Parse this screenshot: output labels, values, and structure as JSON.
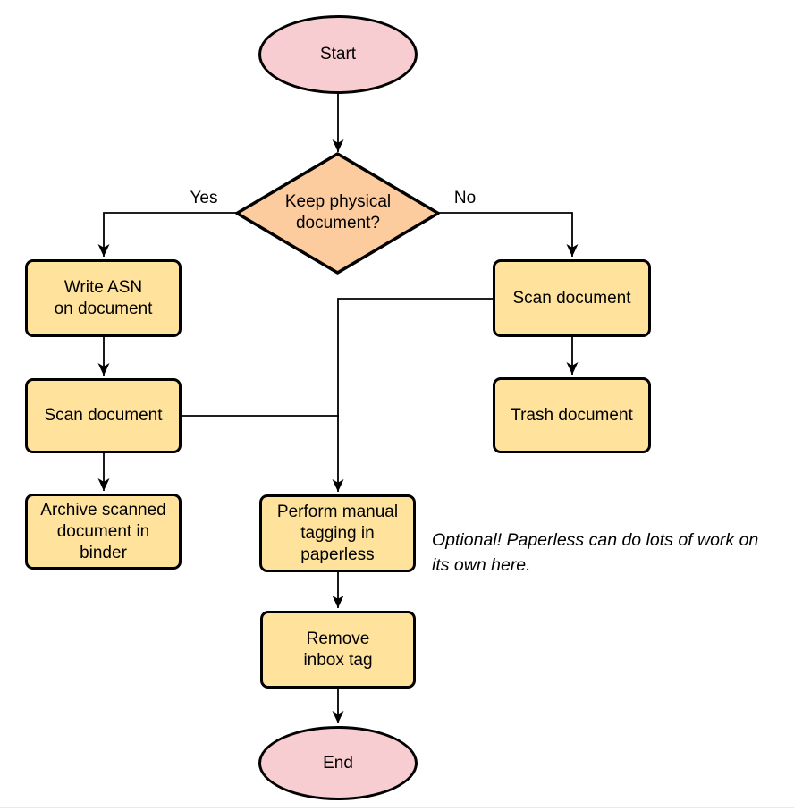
{
  "diagram": {
    "type": "flowchart",
    "background": "#ffffff",
    "colors": {
      "terminal_fill": "#f8cdd2",
      "decision_fill": "#fdcc9e",
      "process_fill": "#ffe39c",
      "stroke": "#000000",
      "text": "#000000",
      "bottom_divider": "#e9e9e9"
    },
    "nodes": {
      "start": {
        "type": "terminal",
        "label": "Start"
      },
      "decision": {
        "type": "decision",
        "label": "Keep physical\ndocument?"
      },
      "write_asn": {
        "type": "process",
        "label": "Write ASN\non document"
      },
      "scan_left": {
        "type": "process",
        "label": "Scan document"
      },
      "archive": {
        "type": "process",
        "label": "Archive scanned\ndocument in\nbinder"
      },
      "scan_right": {
        "type": "process",
        "label": "Scan document"
      },
      "trash": {
        "type": "process",
        "label": "Trash document"
      },
      "tagging": {
        "type": "process",
        "label": "Perform manual\ntagging in\npaperless"
      },
      "remove_inbox_tag": {
        "type": "process",
        "label": "Remove\ninbox tag"
      },
      "end": {
        "type": "terminal",
        "label": "End"
      }
    },
    "edge_labels": {
      "yes": "Yes",
      "no": "No"
    },
    "annotation": "Optional! Paperless can do lots of work on\nits own here.",
    "edges": [
      {
        "from": "start",
        "to": "decision"
      },
      {
        "from": "decision",
        "to": "write_asn",
        "label": "Yes"
      },
      {
        "from": "decision",
        "to": "scan_right",
        "label": "No"
      },
      {
        "from": "write_asn",
        "to": "scan_left"
      },
      {
        "from": "scan_left",
        "to": "archive"
      },
      {
        "from": "scan_right",
        "to": "trash"
      },
      {
        "from": "scan_right",
        "to": "tagging"
      },
      {
        "from": "scan_left",
        "to": "tagging"
      },
      {
        "from": "tagging",
        "to": "remove_inbox_tag"
      },
      {
        "from": "remove_inbox_tag",
        "to": "end"
      }
    ]
  }
}
